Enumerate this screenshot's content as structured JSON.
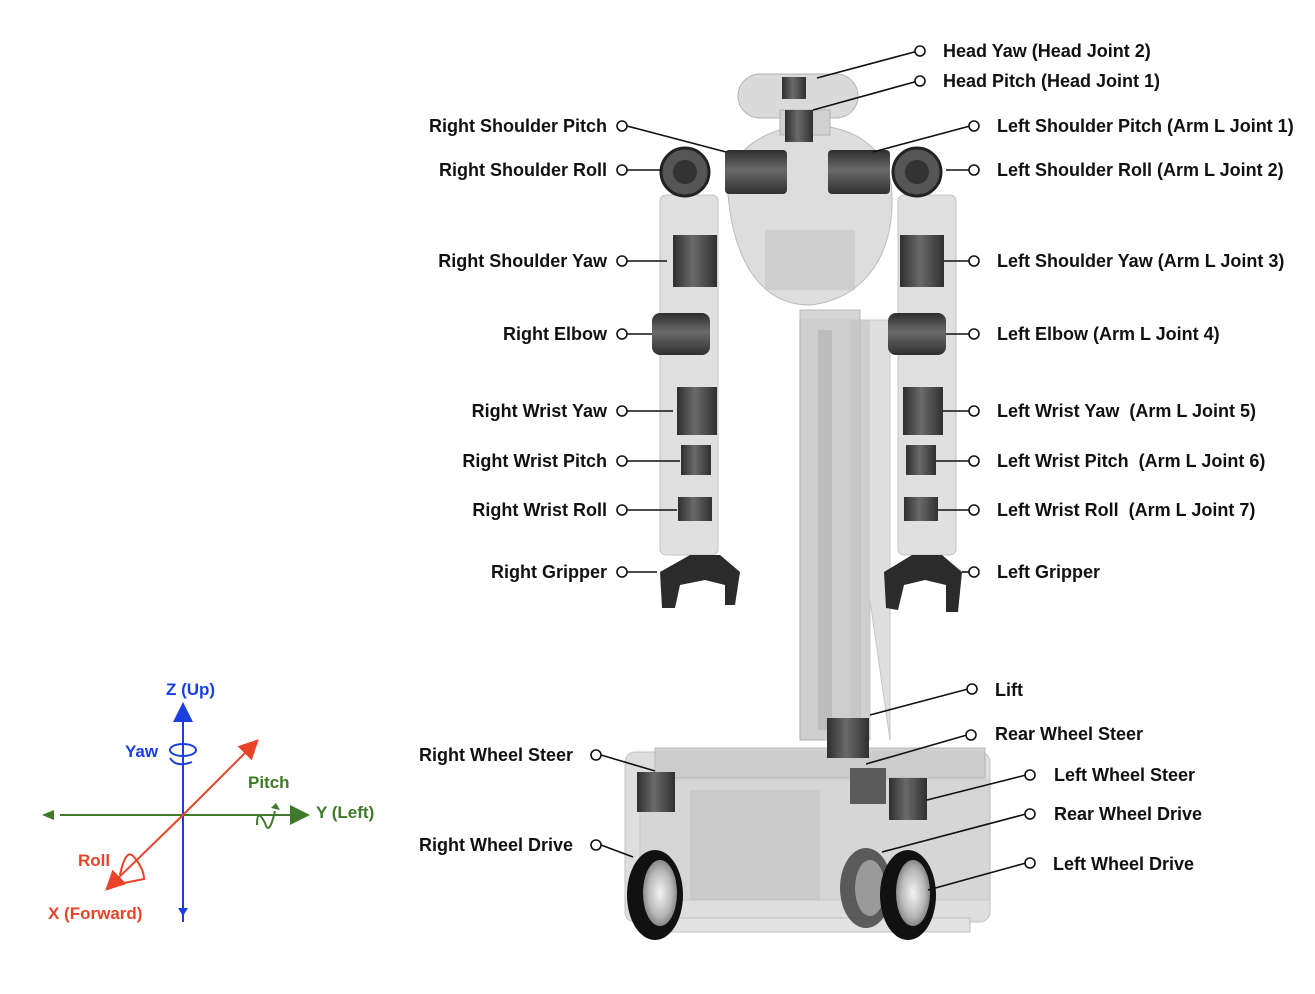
{
  "colors": {
    "z_axis": "#1a3fe0",
    "y_axis": "#3f7a2a",
    "x_axis": "#e8442a",
    "leader": "#111111",
    "motor": "#4a4a4a",
    "body": "#d6d6d6"
  },
  "labels": {
    "head_yaw": "Head Yaw (Head Joint 2)",
    "head_pitch": "Head Pitch (Head Joint 1)",
    "right_shoulder_pitch": "Right Shoulder Pitch",
    "right_shoulder_roll": "Right Shoulder Roll",
    "right_shoulder_yaw": "Right Shoulder Yaw",
    "right_elbow": "Right Elbow",
    "right_wrist_yaw": "Right Wrist Yaw",
    "right_wrist_pitch": "Right Wrist Pitch",
    "right_wrist_roll": "Right Wrist Roll",
    "right_gripper": "Right Gripper",
    "left_shoulder_pitch": "Left Shoulder Pitch (Arm L Joint 1)",
    "left_shoulder_roll": "Left Shoulder Roll (Arm L Joint 2)",
    "left_shoulder_yaw": "Left Shoulder Yaw (Arm L Joint 3)",
    "left_elbow": "Left Elbow (Arm L Joint 4)",
    "left_wrist_yaw": "Left Wrist Yaw  (Arm L Joint 5)",
    "left_wrist_pitch": "Left Wrist Pitch  (Arm L Joint 6)",
    "left_wrist_roll": "Left Wrist Roll  (Arm L Joint 7)",
    "left_gripper": "Left Gripper",
    "lift": "Lift",
    "rear_wheel_steer": "Rear Wheel Steer",
    "left_wheel_steer": "Left Wheel Steer",
    "rear_wheel_drive": "Rear Wheel Drive",
    "left_wheel_drive": "Left Wheel Drive",
    "right_wheel_steer": "Right Wheel Steer",
    "right_wheel_drive": "Right Wheel Drive"
  },
  "axes": {
    "z": "Z (Up)",
    "y": "Y (Left)",
    "x": "X (Forward)",
    "yaw": "Yaw",
    "pitch": "Pitch",
    "roll": "Roll"
  }
}
